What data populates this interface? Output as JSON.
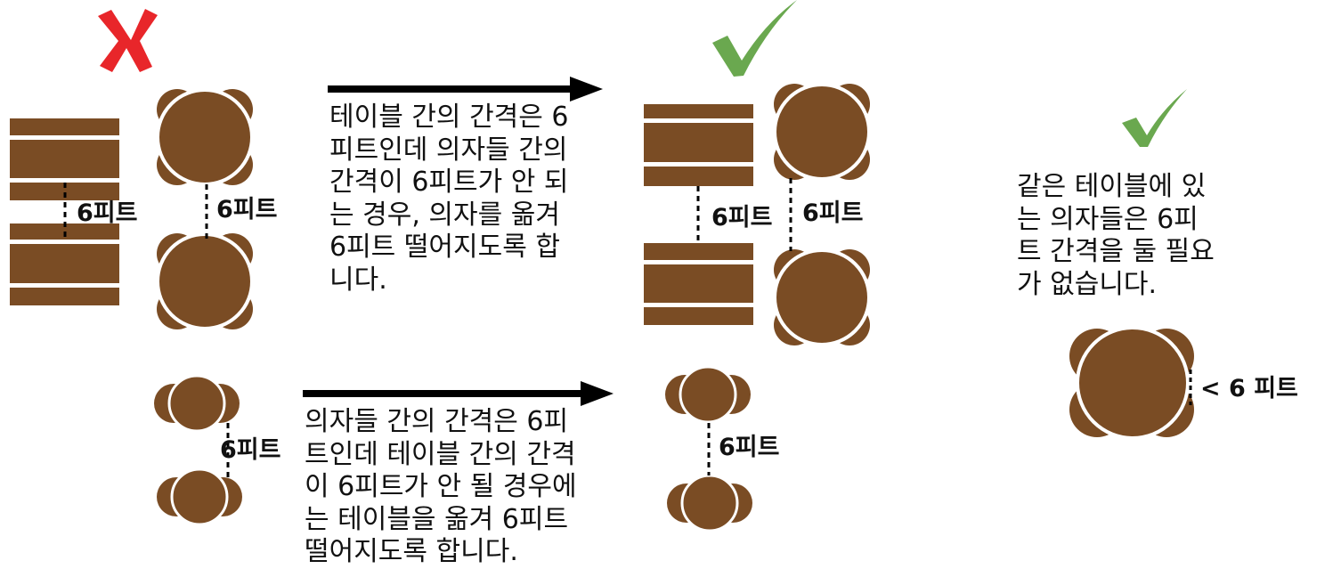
{
  "colors": {
    "furniture": "#7a4c24",
    "cross": "#e8262a",
    "check": "#6aa84f",
    "arrow": "#000000",
    "divider": "#ffffff"
  },
  "icons": {
    "cross": "cross-icon",
    "check": "check-icon",
    "arrow": "arrow-right-icon"
  },
  "labels": {
    "six_ft": "6피트",
    "less_than_six_ft": "< 6 피트"
  },
  "texts": {
    "top": [
      "테이블 간의 간격은 6",
      "피트인데 의자들 간의",
      "간격이 6피트가 안 되",
      "는 경우, 의자를 옮겨",
      "6피트 떨어지도록 합",
      "니다."
    ],
    "bottom": [
      "의자들 간의 간격은 6피",
      "트인데 테이블 간의 간격",
      "이 6피트가 안 될 경우에",
      "는 테이블을 옮겨 6피트",
      "떨어지도록 합니다."
    ],
    "right": [
      "같은 테이블에 있",
      "는 의자들은 6피",
      "트 간격을 둘 필요",
      "가 없습니다."
    ]
  }
}
